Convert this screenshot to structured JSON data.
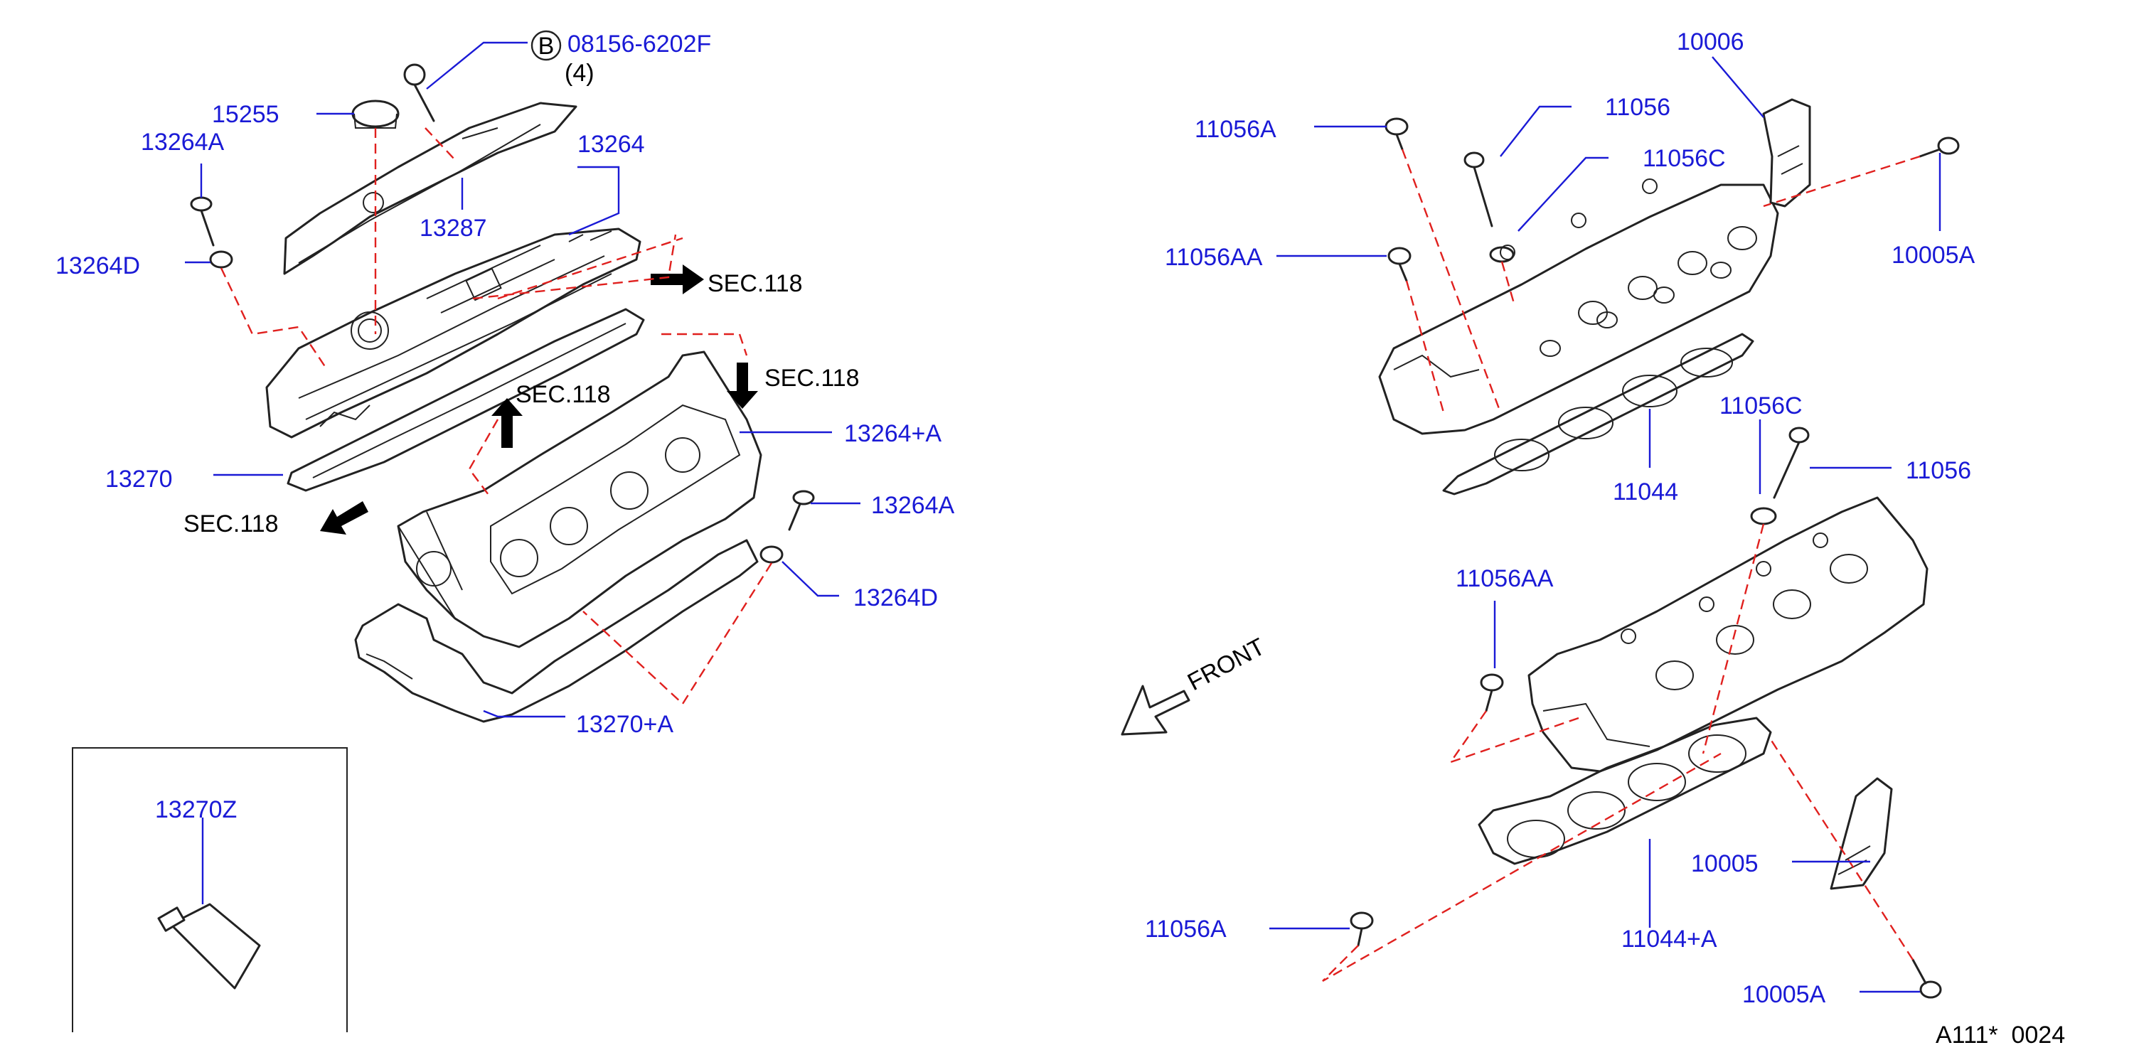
{
  "colors": {
    "part_number": "#1a1ad6",
    "leader": "#1a1ad6",
    "dashed_guide": "#e0201e",
    "ink": "#222222"
  },
  "parts": {
    "p08156": "08156-6202F",
    "p08156_qty": "(4)",
    "p08156_badge": "B",
    "p15255": "15255",
    "p13264A_1": "13264A",
    "p13264": "13264",
    "p13287": "13287",
    "p13264D_1": "13264D",
    "sec118_right": "SEC.118",
    "sec118_down": "SEC.118",
    "sec118_up": "SEC.118",
    "sec118_left": "SEC.118",
    "p13264pA": "13264+A",
    "p13270": "13270",
    "p13264A_2": "13264A",
    "p13264D_2": "13264D",
    "p13270pA": "13270+A",
    "p13270Z": "13270Z",
    "p10006": "10006",
    "p11056_1": "11056",
    "p11056A_1": "11056A",
    "p11056C_1": "11056C",
    "p11056AA_1": "11056AA",
    "p10005A_1": "10005A",
    "p11044": "11044",
    "p11056C_2": "11056C",
    "p11056_2": "11056",
    "p11056AA_2": "11056AA",
    "front": "FRONT",
    "p10005": "10005",
    "p11056A_2": "11056A",
    "p11044pA": "11044+A",
    "p10005A_2": "10005A",
    "diagram_code": "A111*  0024"
  }
}
